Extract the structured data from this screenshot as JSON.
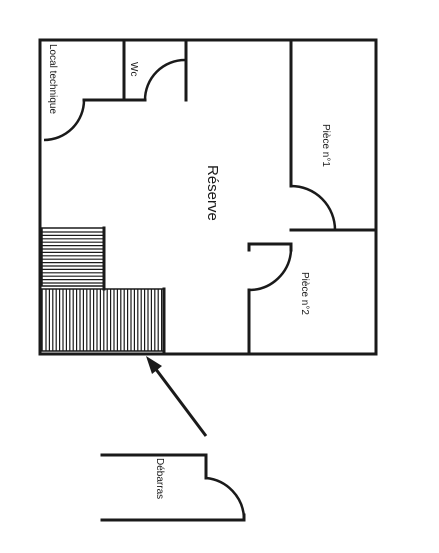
{
  "rooms": {
    "local_technique": "Local technique",
    "wc": "Wc",
    "reserve": "Réserve",
    "piece_1": "Pièce n°1",
    "piece_2": "Pièce n°2",
    "debarras": "Débarras"
  },
  "colors": {
    "wall": "#1a1a1a",
    "background": "#ffffff"
  }
}
